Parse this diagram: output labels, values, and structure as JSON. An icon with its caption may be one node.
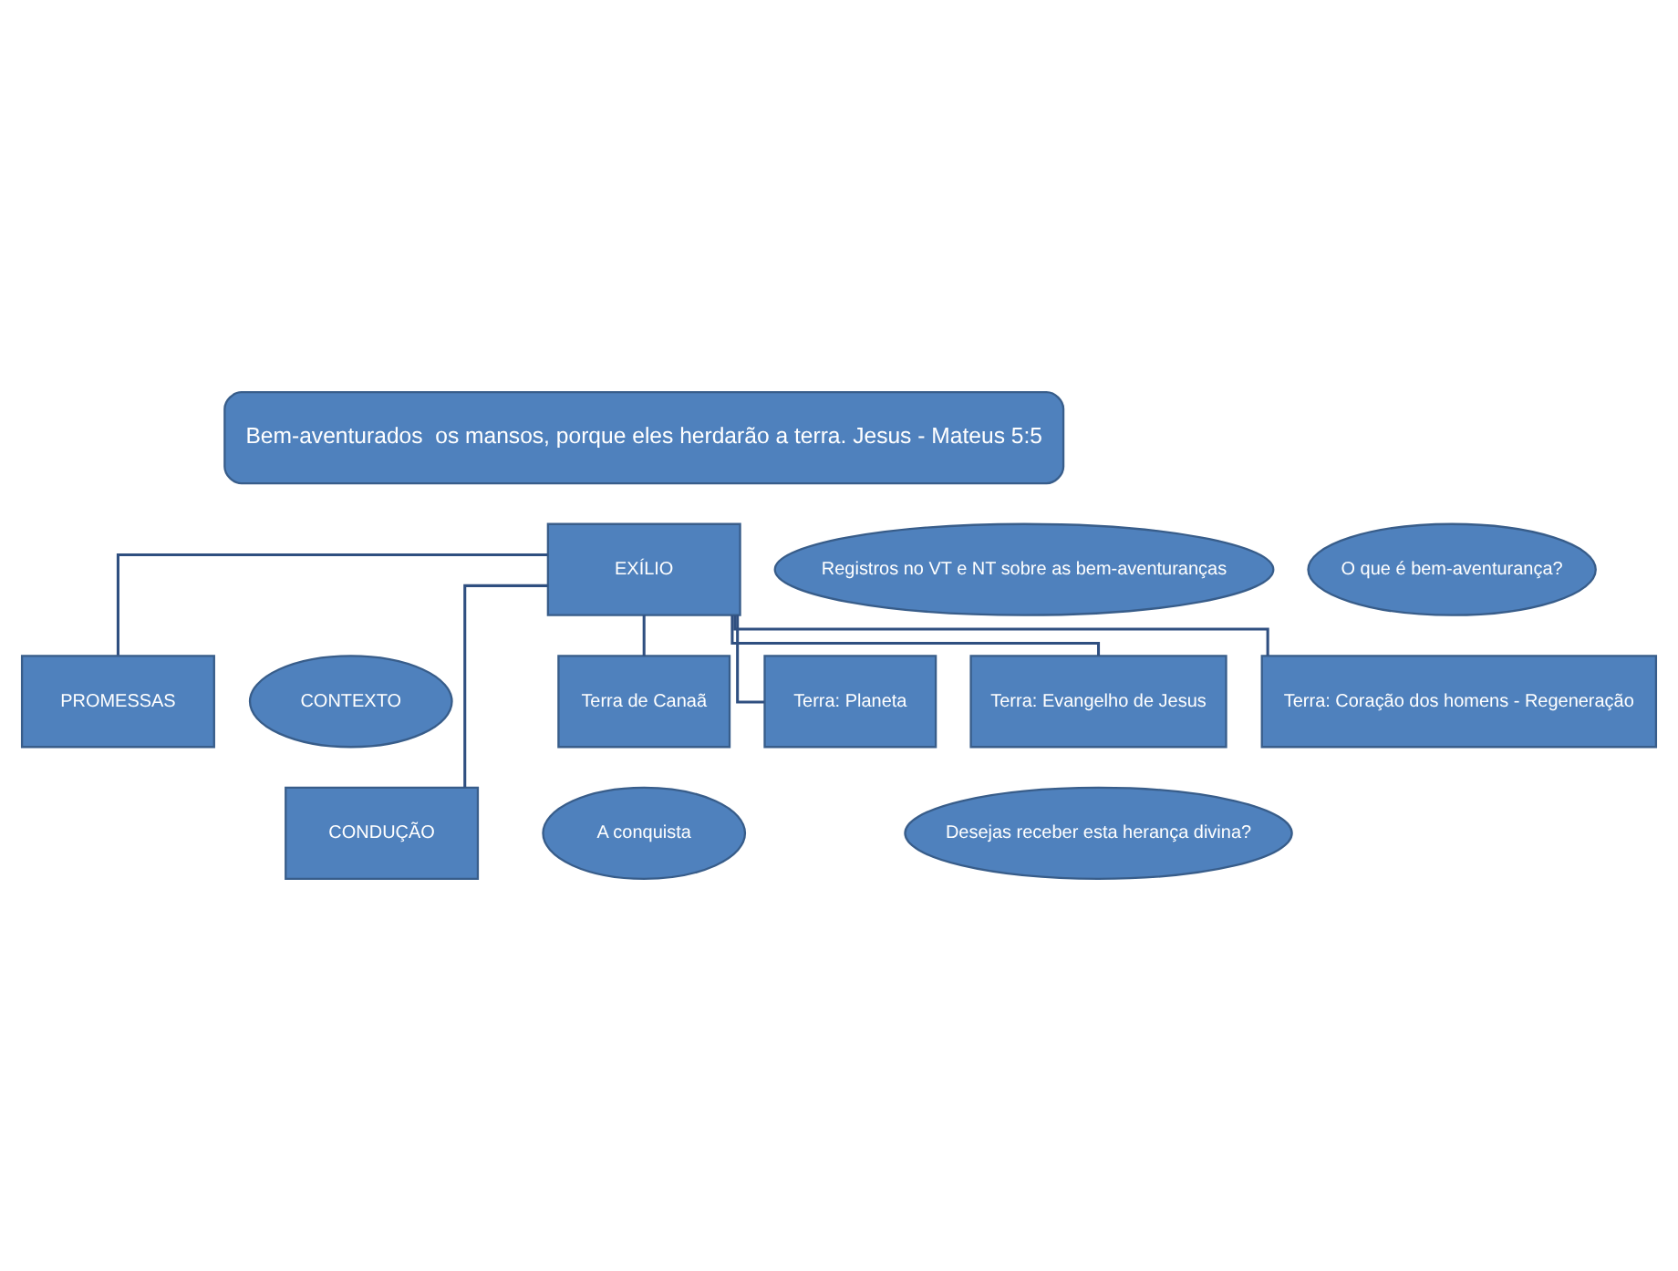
{
  "diagram": {
    "nodes": [
      {
        "text": [
          "Bem-aventurados  os mansos, porque eles herdarão a terra. Jesus - Mateus 5:5"
        ]
      },
      {
        "text": [
          "Registros no VT e NT sobre as bem-aventuranças"
        ]
      },
      {
        "text": [
          "EXÍLIO"
        ]
      },
      {
        "text": [
          "O que é bem-aventurança?"
        ]
      },
      {
        "text": [
          "PROMESSAS"
        ]
      },
      {
        "text": [
          "CONTEXTO"
        ]
      },
      {
        "text": [
          "CONDUÇÃO"
        ]
      },
      {
        "text": [
          "Terra de Canaã"
        ]
      },
      {
        "text": [
          "Terra: Planeta"
        ]
      },
      {
        "text": [
          "Terra: Evangelho de Jesus"
        ]
      },
      {
        "text": [
          "Terra: Coração dos homens - Regeneração"
        ]
      },
      {
        "text": [
          "A conquista"
        ]
      },
      {
        "text": [
          "Desejas receber esta herança divina?"
        ]
      }
    ],
    "edges": [
      {
        "from": 2,
        "to": 4,
        "arrow": "none"
      },
      {
        "from": 2,
        "to": 6,
        "arrow": "none"
      },
      {
        "from": 2,
        "to": 7,
        "arrow": "none"
      },
      {
        "from": 2,
        "to": 8,
        "arrow": "none"
      },
      {
        "from": 2,
        "to": 9,
        "arrow": "none"
      },
      {
        "from": 2,
        "to": 10,
        "arrow": "none"
      }
    ]
  }
}
